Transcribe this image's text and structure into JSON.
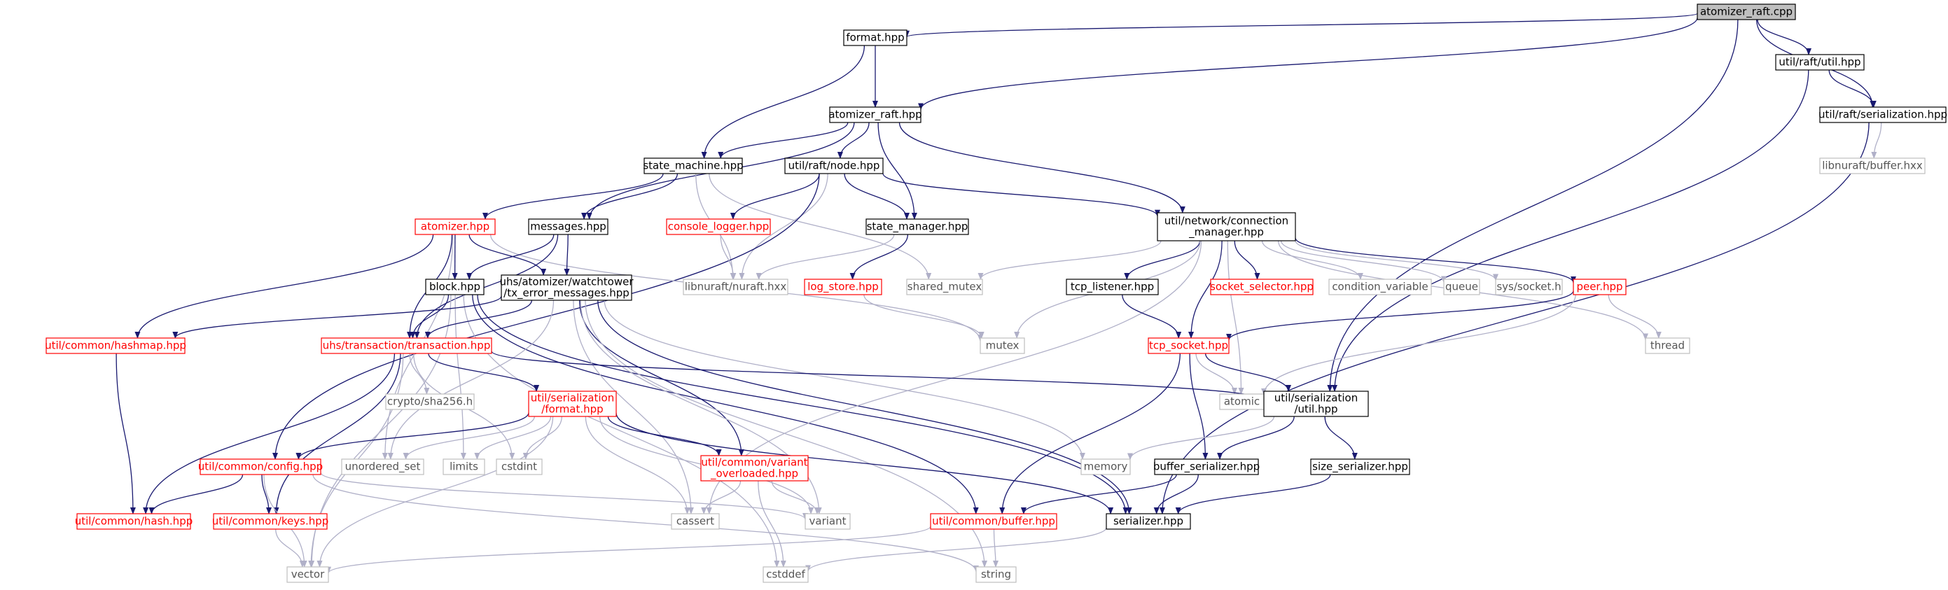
{
  "colors": {
    "root_fill": "#bfbfbf",
    "normal_border": "#000000",
    "missing_border": "#ff0000",
    "external_border": "#bfbfbf",
    "missing_text": "#ff0000",
    "external_text": "#555555",
    "edge": "#191970",
    "edge_external": "#b0b0c8"
  },
  "nodes": [
    {
      "id": "root",
      "lines": [
        "atomizer_raft.cpp"
      ],
      "kind": "root"
    },
    {
      "id": "format",
      "lines": [
        "format.hpp"
      ],
      "kind": "normal"
    },
    {
      "id": "util_raft_util",
      "lines": [
        "util/raft/util.hpp"
      ],
      "kind": "normal"
    },
    {
      "id": "atomizer_raft",
      "lines": [
        "atomizer_raft.hpp"
      ],
      "kind": "normal"
    },
    {
      "id": "util_raft_ser",
      "lines": [
        "util/raft/serialization.hpp"
      ],
      "kind": "normal"
    },
    {
      "id": "state_machine",
      "lines": [
        "state_machine.hpp"
      ],
      "kind": "normal"
    },
    {
      "id": "util_raft_node",
      "lines": [
        "util/raft/node.hpp"
      ],
      "kind": "normal"
    },
    {
      "id": "libnuraft_buffer",
      "lines": [
        "libnuraft/buffer.hxx"
      ],
      "kind": "external"
    },
    {
      "id": "atomizer",
      "lines": [
        "atomizer.hpp"
      ],
      "kind": "missing"
    },
    {
      "id": "messages",
      "lines": [
        "messages.hpp"
      ],
      "kind": "normal"
    },
    {
      "id": "console_logger",
      "lines": [
        "console_logger.hpp"
      ],
      "kind": "missing"
    },
    {
      "id": "state_manager",
      "lines": [
        "state_manager.hpp"
      ],
      "kind": "normal"
    },
    {
      "id": "conn_manager",
      "lines": [
        "util/network/connection",
        "_manager.hpp"
      ],
      "kind": "normal"
    },
    {
      "id": "block",
      "lines": [
        "block.hpp"
      ],
      "kind": "normal"
    },
    {
      "id": "tx_error",
      "lines": [
        "uhs/atomizer/watchtower",
        "/tx_error_messages.hpp"
      ],
      "kind": "normal"
    },
    {
      "id": "libnuraft_nuraft",
      "lines": [
        "libnuraft/nuraft.hxx"
      ],
      "kind": "external"
    },
    {
      "id": "log_store",
      "lines": [
        "log_store.hpp"
      ],
      "kind": "missing"
    },
    {
      "id": "shared_mutex",
      "lines": [
        "shared_mutex"
      ],
      "kind": "external"
    },
    {
      "id": "tcp_listener",
      "lines": [
        "tcp_listener.hpp"
      ],
      "kind": "normal"
    },
    {
      "id": "socket_selector",
      "lines": [
        "socket_selector.hpp"
      ],
      "kind": "missing"
    },
    {
      "id": "condition_variable",
      "lines": [
        "condition_variable"
      ],
      "kind": "external"
    },
    {
      "id": "queue",
      "lines": [
        "queue"
      ],
      "kind": "external"
    },
    {
      "id": "sys_socket",
      "lines": [
        "sys/socket.h"
      ],
      "kind": "external"
    },
    {
      "id": "peer",
      "lines": [
        "peer.hpp"
      ],
      "kind": "missing"
    },
    {
      "id": "hashmap",
      "lines": [
        "util/common/hashmap.hpp"
      ],
      "kind": "missing"
    },
    {
      "id": "transaction",
      "lines": [
        "uhs/transaction/transaction.hpp"
      ],
      "kind": "missing"
    },
    {
      "id": "mutex",
      "lines": [
        "mutex"
      ],
      "kind": "external"
    },
    {
      "id": "tcp_socket",
      "lines": [
        "tcp_socket.hpp"
      ],
      "kind": "missing"
    },
    {
      "id": "thread",
      "lines": [
        "thread"
      ],
      "kind": "external"
    },
    {
      "id": "sha256",
      "lines": [
        "crypto/sha256.h"
      ],
      "kind": "external"
    },
    {
      "id": "ser_format",
      "lines": [
        "util/serialization",
        "/format.hpp"
      ],
      "kind": "missing"
    },
    {
      "id": "atomic",
      "lines": [
        "atomic"
      ],
      "kind": "external"
    },
    {
      "id": "ser_util",
      "lines": [
        "util/serialization",
        "/util.hpp"
      ],
      "kind": "normal"
    },
    {
      "id": "config",
      "lines": [
        "util/common/config.hpp"
      ],
      "kind": "missing"
    },
    {
      "id": "unordered_set",
      "lines": [
        "unordered_set"
      ],
      "kind": "external"
    },
    {
      "id": "limits",
      "lines": [
        "limits"
      ],
      "kind": "external"
    },
    {
      "id": "cstdint",
      "lines": [
        "cstdint"
      ],
      "kind": "external"
    },
    {
      "id": "variant_overloaded",
      "lines": [
        "util/common/variant",
        "_overloaded.hpp"
      ],
      "kind": "missing"
    },
    {
      "id": "memory",
      "lines": [
        "memory"
      ],
      "kind": "external"
    },
    {
      "id": "buffer_serializer",
      "lines": [
        "buffer_serializer.hpp"
      ],
      "kind": "normal"
    },
    {
      "id": "size_serializer",
      "lines": [
        "size_serializer.hpp"
      ],
      "kind": "normal"
    },
    {
      "id": "hash",
      "lines": [
        "util/common/hash.hpp"
      ],
      "kind": "missing"
    },
    {
      "id": "keys",
      "lines": [
        "util/common/keys.hpp"
      ],
      "kind": "missing"
    },
    {
      "id": "cassert",
      "lines": [
        "cassert"
      ],
      "kind": "external"
    },
    {
      "id": "variant",
      "lines": [
        "variant"
      ],
      "kind": "external"
    },
    {
      "id": "common_buffer",
      "lines": [
        "util/common/buffer.hpp"
      ],
      "kind": "missing"
    },
    {
      "id": "serializer",
      "lines": [
        "serializer.hpp"
      ],
      "kind": "normal"
    },
    {
      "id": "vector",
      "lines": [
        "vector"
      ],
      "kind": "external"
    },
    {
      "id": "cstddef",
      "lines": [
        "cstddef"
      ],
      "kind": "external"
    },
    {
      "id": "string",
      "lines": [
        "string"
      ],
      "kind": "external"
    }
  ],
  "edges": [
    [
      "root",
      "format"
    ],
    [
      "root",
      "util_raft_util"
    ],
    [
      "root",
      "atomizer_raft"
    ],
    [
      "root",
      "util_raft_ser"
    ],
    [
      "root",
      "ser_util"
    ],
    [
      "format",
      "atomizer_raft"
    ],
    [
      "format",
      "state_machine"
    ],
    [
      "util_raft_util",
      "util_raft_ser"
    ],
    [
      "util_raft_util",
      "ser_util"
    ],
    [
      "util_raft_ser",
      "libnuraft_buffer"
    ],
    [
      "util_raft_ser",
      "serializer"
    ],
    [
      "atomizer_raft",
      "state_machine"
    ],
    [
      "atomizer_raft",
      "util_raft_node"
    ],
    [
      "atomizer_raft",
      "messages"
    ],
    [
      "atomizer_raft",
      "state_manager"
    ],
    [
      "atomizer_raft",
      "conn_manager"
    ],
    [
      "state_machine",
      "atomizer"
    ],
    [
      "state_machine",
      "messages"
    ],
    [
      "state_machine",
      "libnuraft_nuraft"
    ],
    [
      "state_machine",
      "shared_mutex"
    ],
    [
      "util_raft_node",
      "console_logger"
    ],
    [
      "util_raft_node",
      "state_manager"
    ],
    [
      "util_raft_node",
      "conn_manager"
    ],
    [
      "util_raft_node",
      "libnuraft_nuraft"
    ],
    [
      "util_raft_node",
      "config"
    ],
    [
      "console_logger",
      "libnuraft_nuraft"
    ],
    [
      "state_manager",
      "libnuraft_nuraft"
    ],
    [
      "state_manager",
      "log_store"
    ],
    [
      "log_store",
      "mutex"
    ],
    [
      "atomizer",
      "block"
    ],
    [
      "atomizer",
      "tx_error"
    ],
    [
      "atomizer",
      "transaction"
    ],
    [
      "atomizer",
      "hashmap"
    ],
    [
      "atomizer",
      "unordered_set"
    ],
    [
      "atomizer",
      "mutex"
    ],
    [
      "messages",
      "block"
    ],
    [
      "messages",
      "tx_error"
    ],
    [
      "messages",
      "transaction"
    ],
    [
      "block",
      "transaction"
    ],
    [
      "block",
      "common_buffer"
    ],
    [
      "block",
      "vector"
    ],
    [
      "block",
      "serializer"
    ],
    [
      "block",
      "cstddef"
    ],
    [
      "block",
      "limits"
    ],
    [
      "tx_error",
      "transaction"
    ],
    [
      "tx_error",
      "hashmap"
    ],
    [
      "tx_error",
      "unordered_set"
    ],
    [
      "tx_error",
      "variant_overloaded"
    ],
    [
      "tx_error",
      "variant"
    ],
    [
      "tx_error",
      "cassert"
    ],
    [
      "tx_error",
      "serializer"
    ],
    [
      "tx_error",
      "memory"
    ],
    [
      "tx_error",
      "string"
    ],
    [
      "conn_manager",
      "tcp_listener"
    ],
    [
      "conn_manager",
      "socket_selector"
    ],
    [
      "conn_manager",
      "condition_variable"
    ],
    [
      "conn_manager",
      "queue"
    ],
    [
      "conn_manager",
      "sys_socket"
    ],
    [
      "conn_manager",
      "peer"
    ],
    [
      "conn_manager",
      "tcp_socket"
    ],
    [
      "conn_manager",
      "mutex"
    ],
    [
      "conn_manager",
      "thread"
    ],
    [
      "conn_manager",
      "shared_mutex"
    ],
    [
      "conn_manager",
      "cassert"
    ],
    [
      "conn_manager",
      "atomic"
    ],
    [
      "tcp_listener",
      "tcp_socket"
    ],
    [
      "peer",
      "tcp_socket"
    ],
    [
      "peer",
      "thread"
    ],
    [
      "peer",
      "atomic"
    ],
    [
      "tcp_socket",
      "atomic"
    ],
    [
      "tcp_socket",
      "ser_util"
    ],
    [
      "tcp_socket",
      "buffer_serializer"
    ],
    [
      "tcp_socket",
      "common_buffer"
    ],
    [
      "hashmap",
      "hash"
    ],
    [
      "transaction",
      "sha256"
    ],
    [
      "transaction",
      "ser_format"
    ],
    [
      "transaction",
      "ser_util"
    ],
    [
      "transaction",
      "hash"
    ],
    [
      "transaction",
      "keys"
    ],
    [
      "transaction",
      "cstdint"
    ],
    [
      "transaction",
      "vector"
    ],
    [
      "ser_format",
      "config"
    ],
    [
      "ser_format",
      "unordered_set"
    ],
    [
      "ser_format",
      "limits"
    ],
    [
      "ser_format",
      "cstdint"
    ],
    [
      "ser_format",
      "variant_overloaded"
    ],
    [
      "ser_format",
      "variant"
    ],
    [
      "ser_format",
      "cassert"
    ],
    [
      "ser_format",
      "serializer"
    ],
    [
      "ser_format",
      "vector"
    ],
    [
      "ser_util",
      "memory"
    ],
    [
      "ser_util",
      "buffer_serializer"
    ],
    [
      "ser_util",
      "size_serializer"
    ],
    [
      "config",
      "hash"
    ],
    [
      "config",
      "keys"
    ],
    [
      "config",
      "vector"
    ],
    [
      "config",
      "variant"
    ],
    [
      "config",
      "string"
    ],
    [
      "variant_overloaded",
      "cassert"
    ],
    [
      "variant_overloaded",
      "variant"
    ],
    [
      "variant_overloaded",
      "cstddef"
    ],
    [
      "buffer_serializer",
      "serializer"
    ],
    [
      "buffer_serializer",
      "common_buffer"
    ],
    [
      "size_serializer",
      "serializer"
    ],
    [
      "keys",
      "vector"
    ],
    [
      "common_buffer",
      "vector"
    ],
    [
      "common_buffer",
      "string"
    ],
    [
      "serializer",
      "cstddef"
    ]
  ]
}
